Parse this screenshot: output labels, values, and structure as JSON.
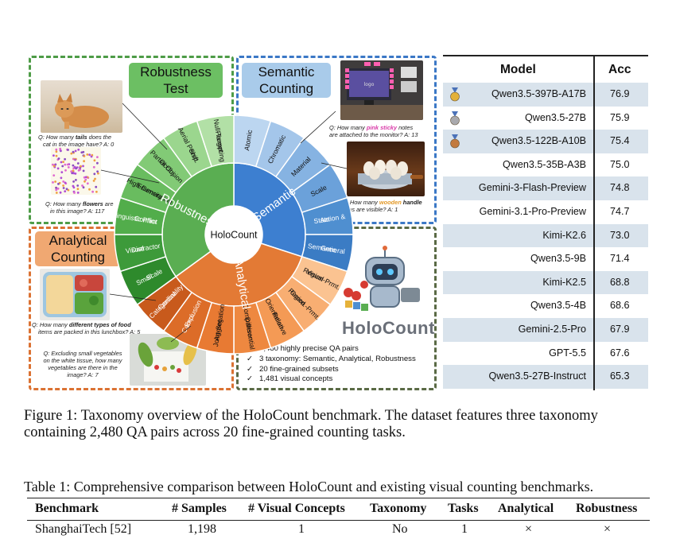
{
  "figure": {
    "tags": {
      "robustness": "Robustness\nTest",
      "semantic": "Semantic\nCounting",
      "analytical": "Analytical\nCounting"
    },
    "colors": {
      "robustness": "#5aae52",
      "semantic": "#3d7fd0",
      "analytical": "#e37a35",
      "robustness_dash": "#4e9c47",
      "semantic_dash": "#3b78c6",
      "analytical_dash": "#db7233",
      "summary_dash": "#5a6a45"
    },
    "questions": {
      "q1a": "Q: How many ",
      "q1b": "tails",
      "q1c": " does the",
      "q1d": "cat in the image have? A: 0",
      "q2a": "Q: How many ",
      "q2b": "flowers",
      "q2c": " are",
      "q2d": "in this image? A: 117",
      "q3a": "Q: How many ",
      "q3b": "pink sticky",
      "q3c": " notes",
      "q3d": "are attached to the monitor? A: 13",
      "q4a": "Q: How many ",
      "q4b": "wooden",
      "q4c": " handle",
      "q4d": "grips are visible? A: 1",
      "q5a": "Q: How many ",
      "q5b": "different types of food",
      "q5d": "items are packed in this lunchbox? A: 5",
      "q6a": "Q: Excluding small vegetables",
      "q6b": "on the white tissue, how many",
      "q6c": "vegetables are there in the",
      "q6d": "image? A: 7"
    },
    "wheel": {
      "center": "HoloCount",
      "categories": [
        "Robustness",
        "Semantic",
        "Analytical"
      ],
      "subsets": {
        "robustness": [
          "Small Scale",
          "Visual Distractor",
          "Linguistic Prior Conflict",
          "High-Density Enumeration",
          "Partial Obj. Occlusion",
          "Aerial Persp. Shift",
          "Null-Target Prompting"
        ],
        "semantic": [
          "Atomic",
          "Chromatic",
          "Material",
          "Scale",
          "Action & State",
          "General Semantic"
        ],
        "analytical": [
          "Visual-Prmt. Region",
          "Coord.-Prmt. Region",
          "Relative Orientation",
          "Differential Comparison",
          "Joint-Set Aggregation",
          "Comp. Exclusion",
          "Categorical Cardinality"
        ]
      }
    },
    "summary": {
      "logo": "HoloCount",
      "items": [
        "2,480 highly precise QA pairs",
        "3 taxonomy: Semantic, Analytical, Robustness",
        "20 fine-grained subsets",
        "1,481 visual concepts"
      ],
      "check": "✓"
    },
    "model_table": {
      "headers": [
        "Model",
        "Acc"
      ],
      "rows": [
        {
          "model": "Qwen3.5-397B-A17B",
          "acc": "76.9",
          "medal": "gold"
        },
        {
          "model": "Qwen3.5-27B",
          "acc": "75.9",
          "medal": "silver"
        },
        {
          "model": "Qwen3.5-122B-A10B",
          "acc": "75.4",
          "medal": "bronze"
        },
        {
          "model": "Qwen3.5-35B-A3B",
          "acc": "75.0",
          "medal": ""
        },
        {
          "model": "Gemini-3-Flash-Preview",
          "acc": "74.8",
          "medal": ""
        },
        {
          "model": "Gemini-3.1-Pro-Preview",
          "acc": "74.7",
          "medal": ""
        },
        {
          "model": "Kimi-K2.6",
          "acc": "73.0",
          "medal": ""
        },
        {
          "model": "Qwen3.5-9B",
          "acc": "71.4",
          "medal": ""
        },
        {
          "model": "Kimi-K2.5",
          "acc": "68.8",
          "medal": ""
        },
        {
          "model": "Qwen3.5-4B",
          "acc": "68.6",
          "medal": ""
        },
        {
          "model": "Gemini-2.5-Pro",
          "acc": "67.9",
          "medal": ""
        },
        {
          "model": "GPT-5.5",
          "acc": "67.6",
          "medal": ""
        },
        {
          "model": "Qwen3.5-27B-Instruct",
          "acc": "65.3",
          "medal": ""
        }
      ],
      "stripe_color": "#d9e3ec"
    }
  },
  "caption1": {
    "line1": "Figure 1: Taxonomy overview of the HoloCount benchmark. The dataset features three taxonomy",
    "line2": "containing 2,480 QA pairs across 20 fine-grained counting tasks."
  },
  "table1": {
    "caption": "Table 1: Comprehensive comparison between HoloCount and existing visual counting benchmarks.",
    "headers": [
      "Benchmark",
      "# Samples",
      "# Visual Concepts",
      "Taxonomy",
      "Tasks",
      "Analytical",
      "Robustness"
    ],
    "rows": [
      [
        "ShanghaiTech [52]",
        "1,198",
        "1",
        "No",
        "1",
        "×",
        "×"
      ]
    ]
  }
}
